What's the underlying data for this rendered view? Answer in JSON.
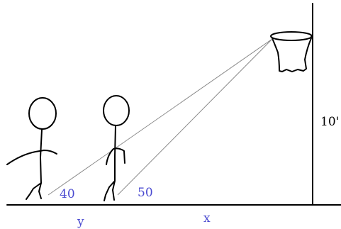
{
  "labels": {
    "height": "10'",
    "angle_far": "40",
    "angle_near": "50",
    "dist_y": "y",
    "dist_x": "x"
  },
  "colors": {
    "label_blue": "#4a4ad0",
    "ink": "#000000",
    "sightline": "#8a8a8a"
  }
}
